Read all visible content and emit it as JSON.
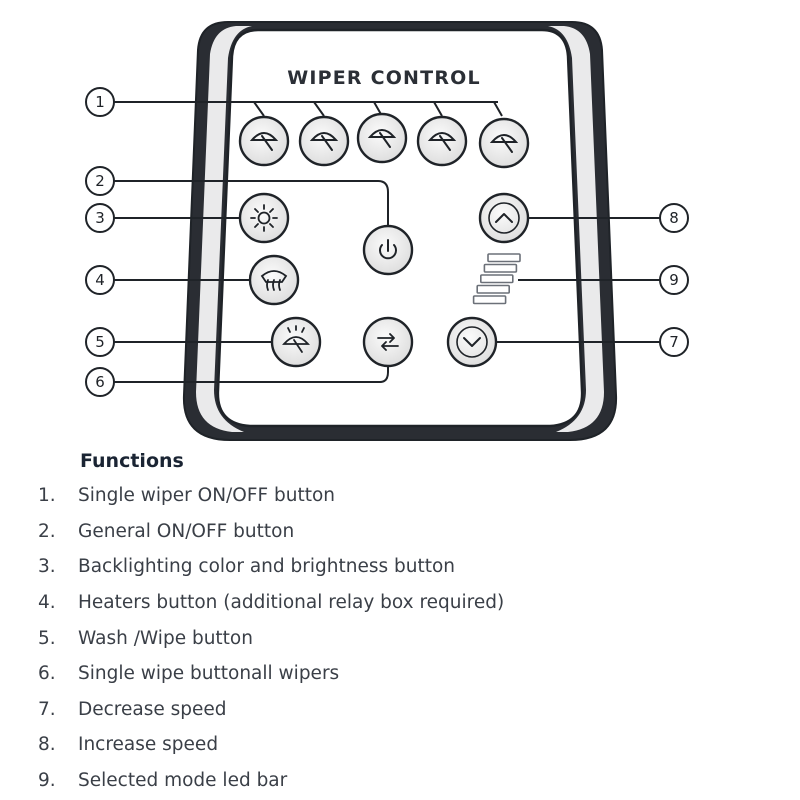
{
  "panel": {
    "title": "WIPER CONTROL",
    "colors": {
      "ink": "#1f2328",
      "face": "#ffffff",
      "button_fill": "#ececec",
      "led_outline": "#6b7078"
    }
  },
  "callouts": [
    {
      "number": "1",
      "target": "Single wiper ON/OFF buttons"
    },
    {
      "number": "2",
      "target": "General ON/OFF button"
    },
    {
      "number": "3",
      "target": "Backlighting button"
    },
    {
      "number": "4",
      "target": "Heaters button"
    },
    {
      "number": "5",
      "target": "Wash /Wipe button"
    },
    {
      "number": "6",
      "target": "Single wipe button"
    },
    {
      "number": "7",
      "target": "Decrease speed button"
    },
    {
      "number": "8",
      "target": "Increase speed button"
    },
    {
      "number": "9",
      "target": "LED bar"
    }
  ],
  "icons": {
    "wiper_buttons": [
      "wiper-icon",
      "wiper-icon",
      "wiper-icon",
      "wiper-icon",
      "wiper-icon"
    ],
    "power": "power-icon",
    "backlight": "sun-icon",
    "heater": "heater-icon",
    "wash": "wash-wipe-icon",
    "single_wipe": "single-wipe-icon",
    "increase": "chevron-up-icon",
    "decrease": "chevron-down-icon"
  },
  "led_bar": {
    "segments": 5
  },
  "functions": {
    "heading": "Functions",
    "items": [
      {
        "num": "1.",
        "text": "Single wiper ON/OFF button"
      },
      {
        "num": "2.",
        "text": "General ON/OFF button"
      },
      {
        "num": "3.",
        "text": "Backlighting color and brightness button"
      },
      {
        "num": "4.",
        "text": "Heaters button (additional relay box required)"
      },
      {
        "num": "5.",
        "text": "Wash /Wipe button"
      },
      {
        "num": "6.",
        "text": "Single wipe buttonall wipers"
      },
      {
        "num": "7.",
        "text": "Decrease speed"
      },
      {
        "num": "8.",
        "text": "Increase speed"
      },
      {
        "num": "9.",
        "text": "Selected mode led bar"
      }
    ]
  }
}
